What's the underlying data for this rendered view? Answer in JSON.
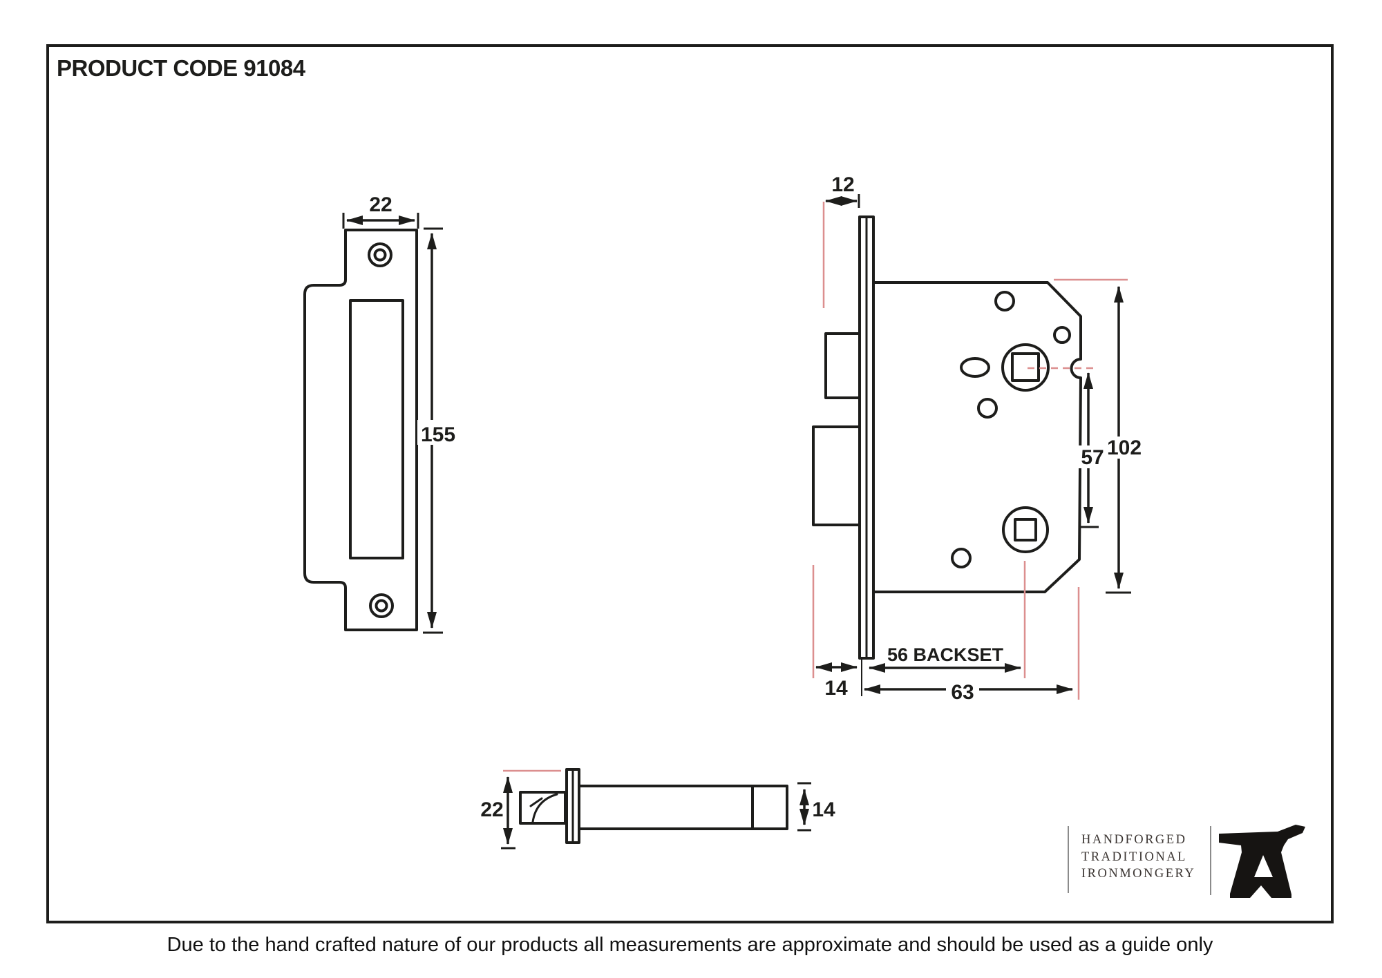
{
  "header": {
    "product_code": "PRODUCT CODE 91084"
  },
  "footer": {
    "disclaimer": "Due to the hand crafted nature of our products all measurements are approximate and should be used as a guide only"
  },
  "strike_plate": {
    "width_mm": "22",
    "height_mm": "155"
  },
  "lock_body": {
    "faceplate_thickness_mm": "12",
    "case_setback_mm": "14",
    "backset_label": "56 BACKSET",
    "case_depth_mm": "63",
    "follower_centres_mm": "57",
    "case_height_mm": "102"
  },
  "latch": {
    "head_height_mm": "22",
    "shaft_height_mm": "14"
  },
  "logo": {
    "line1": "HANDFORGED",
    "line2": "TRADITIONAL",
    "line3": "IRONMONGERY"
  },
  "colors": {
    "ink": "#1d1d1b",
    "reference_pink": "#dc8f8f",
    "logo_text": "#3b3532"
  }
}
